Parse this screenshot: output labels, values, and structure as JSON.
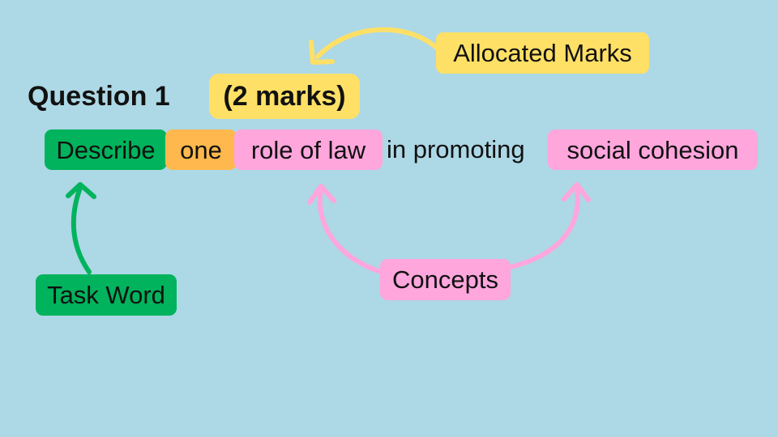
{
  "question": {
    "title": "Question 1",
    "marks": "(2 marks)"
  },
  "sentence": {
    "task_word": "Describe",
    "quantity": "one",
    "concept_1": "role of law",
    "connector": "in promoting",
    "concept_2": "social cohesion"
  },
  "annotations": {
    "allocated_marks": "Allocated Marks",
    "task_word": "Task Word",
    "concepts": "Concepts"
  },
  "colors": {
    "background": "#add8e6",
    "marks_highlight": "#ffe066",
    "task_word_highlight": "#00b35c",
    "quantity_highlight": "#ffb84d",
    "concept_highlight": "#ffa6dd",
    "arrow_yellow": "#ffe066",
    "arrow_green": "#00b35c",
    "arrow_pink": "#ffa6dd"
  }
}
